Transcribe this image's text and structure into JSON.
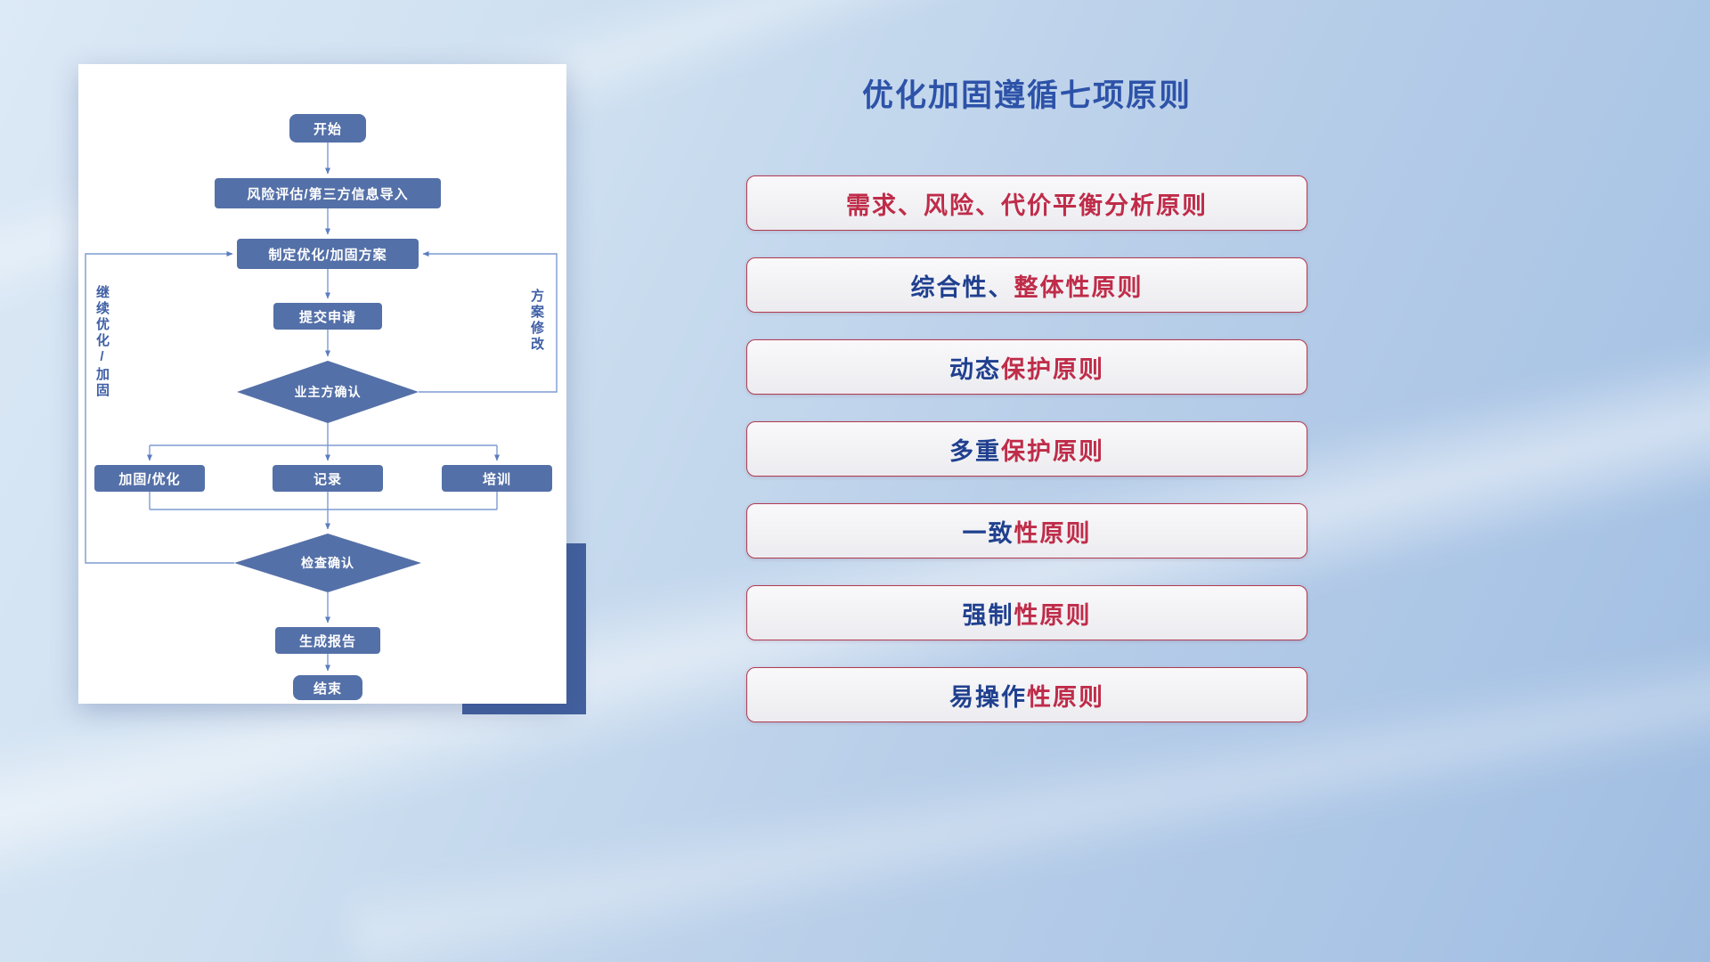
{
  "title": "优化加固遵循七项原则",
  "flowchart": {
    "nodes": {
      "start": "开始",
      "risk_import": "风险评估/第三方信息导入",
      "make_plan": "制定优化/加固方案",
      "submit": "提交申请",
      "owner_confirm": "业主方确认",
      "reinforce": "加固/优化",
      "record": "记录",
      "training": "培训",
      "check_confirm": "检查确认",
      "report": "生成报告",
      "end": "结束"
    },
    "loop_labels": {
      "left": "继续优化/加固",
      "right": "方案修改"
    }
  },
  "principles": [
    {
      "parts": [
        {
          "text": "需求、风险、代价平衡分析原则",
          "color": "red"
        }
      ]
    },
    {
      "parts": [
        {
          "text": "综合性、",
          "color": "navy"
        },
        {
          "text": "整体性原则",
          "color": "red"
        }
      ]
    },
    {
      "parts": [
        {
          "text": "动态",
          "color": "navy"
        },
        {
          "text": "保护原则",
          "color": "red"
        }
      ]
    },
    {
      "parts": [
        {
          "text": "多重",
          "color": "navy"
        },
        {
          "text": "保护原则",
          "color": "red"
        }
      ]
    },
    {
      "parts": [
        {
          "text": "一致",
          "color": "navy"
        },
        {
          "text": "性原则",
          "color": "red"
        }
      ]
    },
    {
      "parts": [
        {
          "text": "强制",
          "color": "navy"
        },
        {
          "text": "性原则",
          "color": "red"
        }
      ]
    },
    {
      "parts": [
        {
          "text": "易操作",
          "color": "navy"
        },
        {
          "text": "性原则",
          "color": "red"
        }
      ]
    }
  ],
  "colors": {
    "red": "#bf2c49",
    "navy": "#20408f",
    "title_blue": "#2d52a8",
    "node_blue": "#5470a8",
    "line_blue": "#7d9bd2",
    "block_navy": "#43619e"
  }
}
